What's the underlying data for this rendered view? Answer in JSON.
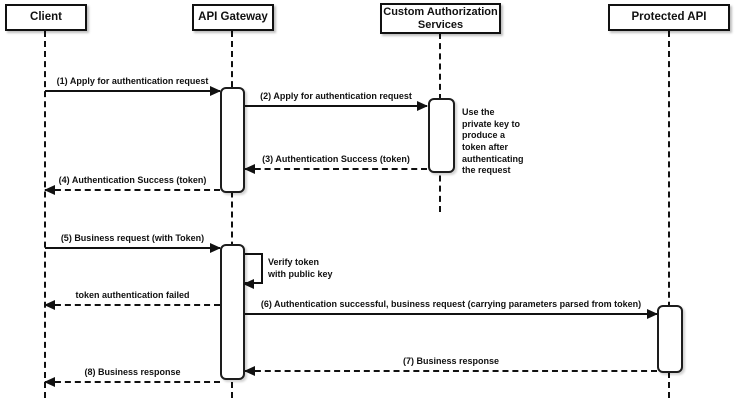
{
  "diagram": {
    "type": "sequence-diagram",
    "colors": {
      "line": "#111111",
      "background": "#ffffff",
      "box_fill": "#ffffff"
    },
    "participants": [
      {
        "id": "client",
        "label": "Client"
      },
      {
        "id": "api-gateway",
        "label": "API Gateway"
      },
      {
        "id": "custom-authorization-services",
        "label": "Custom Authorization Services"
      },
      {
        "id": "protected-api",
        "label": "Protected API"
      }
    ],
    "messages": [
      {
        "label": "(1) Apply for authentication request",
        "from": "Client",
        "to": "API Gateway",
        "line": "solid"
      },
      {
        "label": "(2) Apply for authentication request",
        "from": "API Gateway",
        "to": "Custom Authorization Services",
        "line": "solid"
      },
      {
        "label": "(3) Authentication Success (token)",
        "from": "Custom Authorization Services",
        "to": "API Gateway",
        "line": "dashed"
      },
      {
        "label": "(4) Authentication Success (token)",
        "from": "API Gateway",
        "to": "Client",
        "line": "dashed"
      },
      {
        "label": "(5) Business request (with Token)",
        "from": "Client",
        "to": "API Gateway",
        "line": "solid"
      },
      {
        "label": "token authentication failed",
        "from": "API Gateway",
        "to": "Client",
        "line": "dashed"
      },
      {
        "label": "(6) Authentication successful, business request (carrying parameters parsed from token)",
        "from": "API Gateway",
        "to": "Protected API",
        "line": "solid"
      },
      {
        "label": "(7) Business response",
        "from": "Protected API",
        "to": "API Gateway",
        "line": "dashed"
      },
      {
        "label": "(8) Business response",
        "from": "API Gateway",
        "to": "Client",
        "line": "dashed"
      }
    ],
    "self_message": {
      "label": "Verify token with public key",
      "participant": "API Gateway"
    },
    "note": {
      "label": "Use the private key to produce a token after authenticating the request",
      "attached_to": "Custom Authorization Services"
    }
  }
}
